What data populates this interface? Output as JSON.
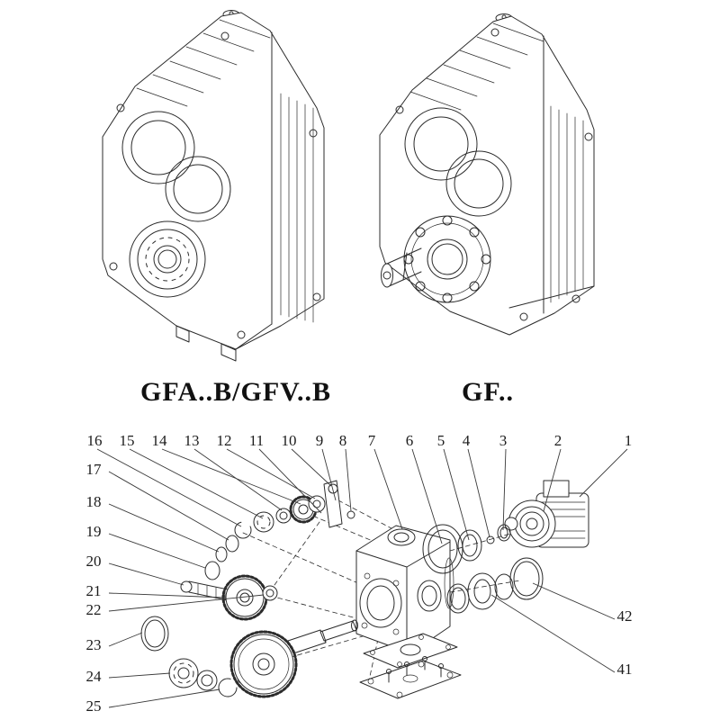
{
  "page": {
    "background": "#ffffff"
  },
  "models": {
    "left_caption": "GFA..B/GFV..B",
    "right_caption": "GF.."
  },
  "exploded": {
    "top_labels": [
      "16",
      "15",
      "14",
      "13",
      "12",
      "11",
      "10",
      "9",
      "8",
      "7",
      "6",
      "5",
      "4",
      "3",
      "2",
      "1"
    ],
    "left_labels": [
      "17",
      "18",
      "19",
      "20",
      "21",
      "22",
      "23",
      "24",
      "25"
    ],
    "right_labels": [
      "42",
      "41"
    ]
  }
}
